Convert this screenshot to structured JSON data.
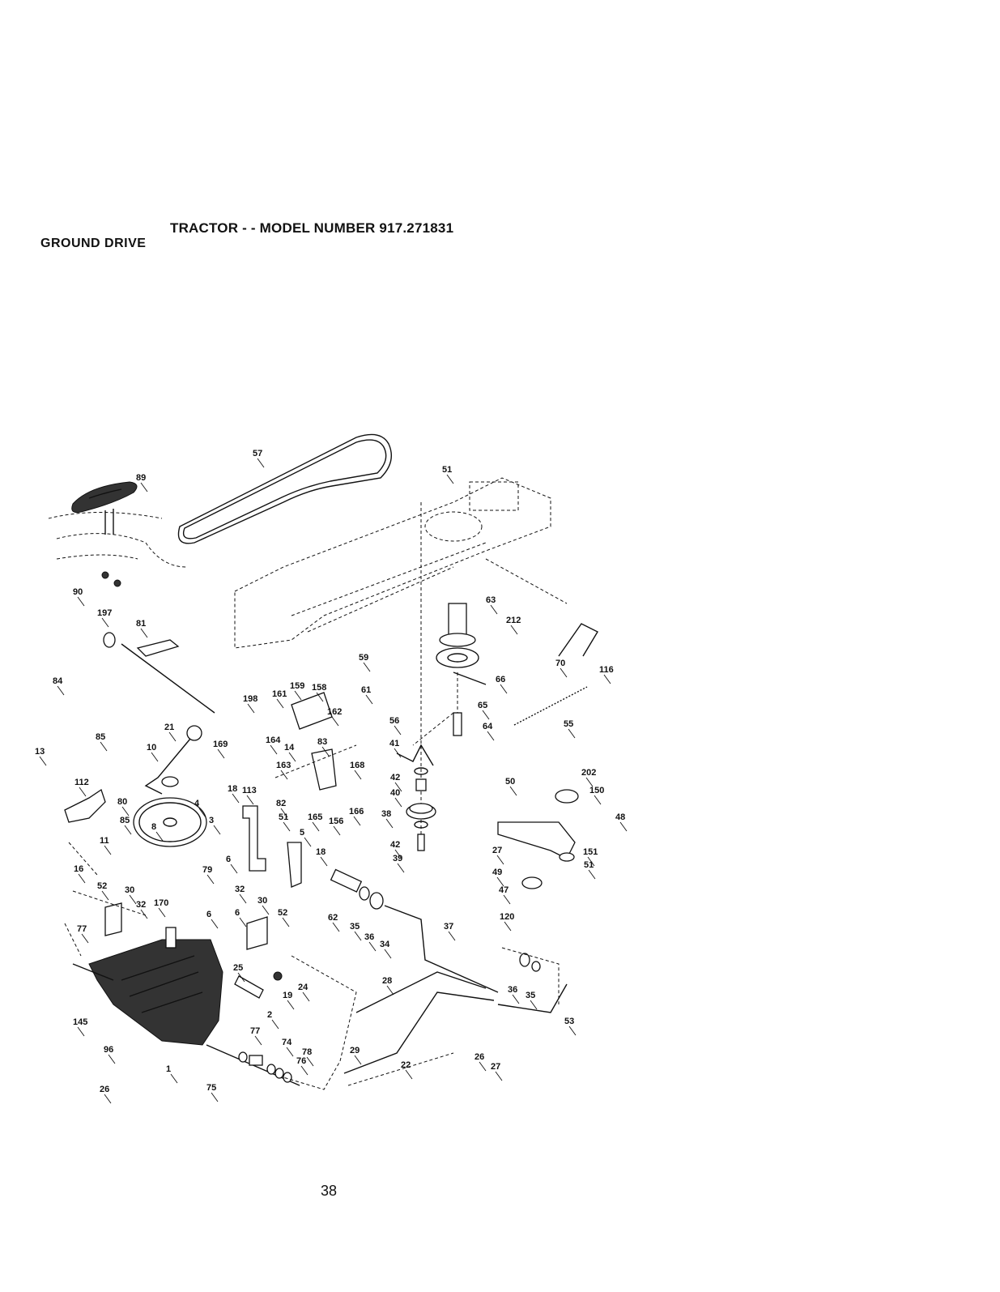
{
  "header": {
    "title": "TRACTOR - - MODEL NUMBER 917.271831",
    "section": "GROUND DRIVE"
  },
  "footer": {
    "page_number": "38"
  },
  "callouts": [
    {
      "id": "57"
    },
    {
      "id": "51"
    },
    {
      "id": "89"
    },
    {
      "id": "90"
    },
    {
      "id": "63"
    },
    {
      "id": "212"
    },
    {
      "id": "70"
    },
    {
      "id": "116"
    },
    {
      "id": "197"
    },
    {
      "id": "81"
    },
    {
      "id": "59"
    },
    {
      "id": "84"
    },
    {
      "id": "198"
    },
    {
      "id": "161"
    },
    {
      "id": "159"
    },
    {
      "id": "158"
    },
    {
      "id": "61"
    },
    {
      "id": "66"
    },
    {
      "id": "162"
    },
    {
      "id": "56"
    },
    {
      "id": "65"
    },
    {
      "id": "85"
    },
    {
      "id": "21"
    },
    {
      "id": "164"
    },
    {
      "id": "83"
    },
    {
      "id": "64"
    },
    {
      "id": "55"
    },
    {
      "id": "169"
    },
    {
      "id": "10"
    },
    {
      "id": "41"
    },
    {
      "id": "14"
    },
    {
      "id": "13"
    },
    {
      "id": "163"
    },
    {
      "id": "168"
    },
    {
      "id": "112"
    },
    {
      "id": "42"
    },
    {
      "id": "50"
    },
    {
      "id": "202"
    },
    {
      "id": "150"
    },
    {
      "id": "80"
    },
    {
      "id": "8"
    },
    {
      "id": "4"
    },
    {
      "id": "18"
    },
    {
      "id": "113"
    },
    {
      "id": "82"
    },
    {
      "id": "40"
    },
    {
      "id": "165"
    },
    {
      "id": "166"
    },
    {
      "id": "85"
    },
    {
      "id": "3"
    },
    {
      "id": "156"
    },
    {
      "id": "38"
    },
    {
      "id": "48"
    },
    {
      "id": "51"
    },
    {
      "id": "11"
    },
    {
      "id": "5"
    },
    {
      "id": "6"
    },
    {
      "id": "18"
    },
    {
      "id": "42"
    },
    {
      "id": "27"
    },
    {
      "id": "151"
    },
    {
      "id": "39"
    },
    {
      "id": "51"
    },
    {
      "id": "16"
    },
    {
      "id": "79"
    },
    {
      "id": "49"
    },
    {
      "id": "47"
    },
    {
      "id": "52"
    },
    {
      "id": "30"
    },
    {
      "id": "32"
    },
    {
      "id": "30"
    },
    {
      "id": "6"
    },
    {
      "id": "32"
    },
    {
      "id": "170"
    },
    {
      "id": "52"
    },
    {
      "id": "62"
    },
    {
      "id": "35"
    },
    {
      "id": "36"
    },
    {
      "id": "120"
    },
    {
      "id": "77"
    },
    {
      "id": "6"
    },
    {
      "id": "34"
    },
    {
      "id": "37"
    },
    {
      "id": "25"
    },
    {
      "id": "24"
    },
    {
      "id": "28"
    },
    {
      "id": "19"
    },
    {
      "id": "36"
    },
    {
      "id": "35"
    },
    {
      "id": "2"
    },
    {
      "id": "53"
    },
    {
      "id": "145"
    },
    {
      "id": "77"
    },
    {
      "id": "74"
    },
    {
      "id": "29"
    },
    {
      "id": "96"
    },
    {
      "id": "78"
    },
    {
      "id": "76"
    },
    {
      "id": "22"
    },
    {
      "id": "26"
    },
    {
      "id": "27"
    },
    {
      "id": "26"
    },
    {
      "id": "1"
    },
    {
      "id": "75"
    }
  ]
}
